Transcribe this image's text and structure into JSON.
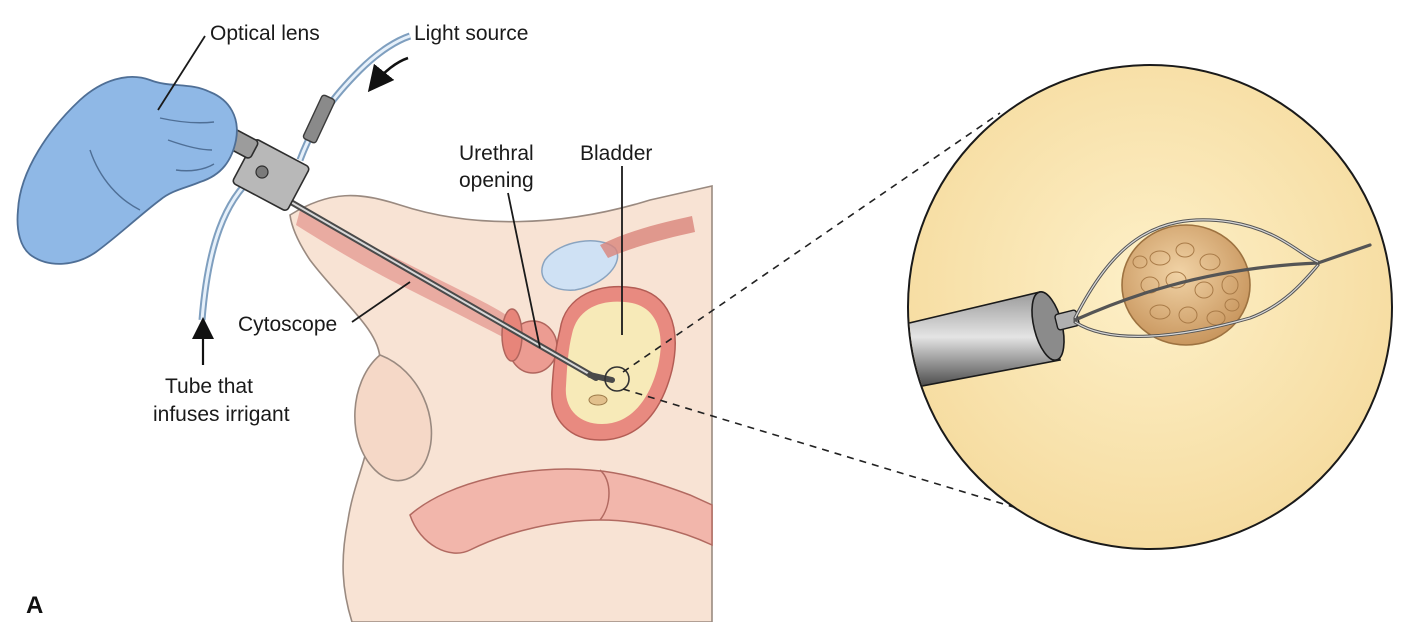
{
  "labels": {
    "optical_lens": "Optical lens",
    "light_source": "Light source",
    "urethral_opening_line1": "Urethral",
    "urethral_opening_line2": "opening",
    "bladder": "Bladder",
    "cytoscope": "Cytoscope",
    "tube_line1": "Tube that",
    "tube_line2": "infuses irrigant",
    "panel": "A"
  },
  "colors": {
    "skin": "#f8e3d4",
    "skin_outline": "#9a8a80",
    "glove": "#8fb8e6",
    "glove_outline": "#4f6f96",
    "bladder_wall": "#e88a80",
    "bladder_inner": "#f7eab8",
    "urethra": "#e7a49b",
    "magnified_field": "#fbe7b5",
    "stone": "#e0b787",
    "instrument": "#6c6c6c"
  }
}
